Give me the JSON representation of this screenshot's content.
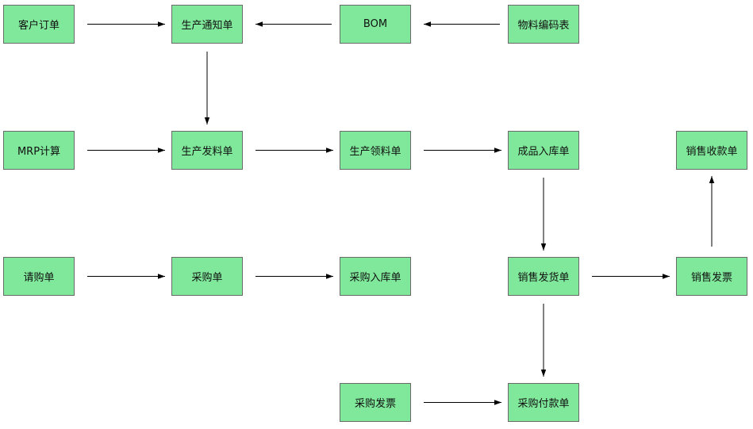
{
  "colors": {
    "node_fill": "#7fe89a",
    "node_border": "#6a6a6a",
    "edge": "#000000",
    "background": "#ffffff"
  },
  "nodes": {
    "customer_order": "客户订单",
    "production_notice": "生产通知单",
    "bom": "BOM",
    "material_code_table": "物料编码表",
    "mrp_calculation": "MRP计算",
    "production_issue": "生产发料单",
    "production_requisition": "生产领料单",
    "finished_goods_receipt": "成品入库单",
    "sales_receipt": "销售收款单",
    "purchase_request": "请购单",
    "purchase_order": "采购单",
    "purchase_receipt": "采购入库单",
    "sales_delivery": "销售发货单",
    "sales_invoice": "销售发票",
    "purchase_invoice": "采购发票",
    "purchase_payment": "采购付款单"
  },
  "edges": [
    {
      "from": "customer_order",
      "to": "production_notice"
    },
    {
      "from": "bom",
      "to": "production_notice"
    },
    {
      "from": "material_code_table",
      "to": "bom"
    },
    {
      "from": "production_notice",
      "to": "production_issue"
    },
    {
      "from": "mrp_calculation",
      "to": "production_issue"
    },
    {
      "from": "production_issue",
      "to": "production_requisition"
    },
    {
      "from": "production_requisition",
      "to": "finished_goods_receipt"
    },
    {
      "from": "finished_goods_receipt",
      "to": "sales_delivery"
    },
    {
      "from": "sales_delivery",
      "to": "sales_invoice"
    },
    {
      "from": "sales_invoice",
      "to": "sales_receipt"
    },
    {
      "from": "purchase_request",
      "to": "purchase_order"
    },
    {
      "from": "purchase_order",
      "to": "purchase_receipt"
    },
    {
      "from": "sales_delivery",
      "to": "purchase_payment"
    },
    {
      "from": "purchase_invoice",
      "to": "purchase_payment"
    }
  ]
}
